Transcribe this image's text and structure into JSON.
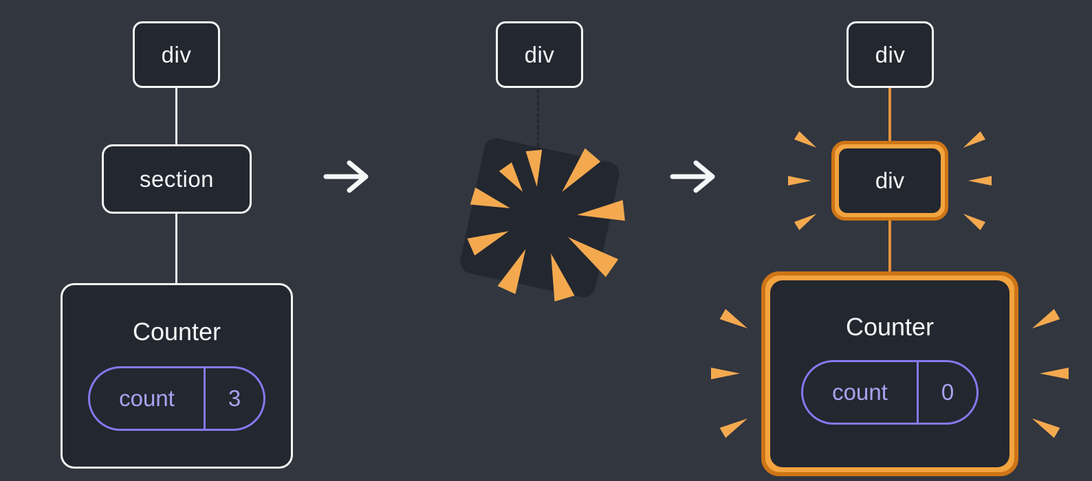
{
  "colors": {
    "background": "#32363f",
    "node_fill": "#23272f",
    "node_border": "#f6f7f9",
    "text": "#f6f7f9",
    "purple_border": "#837af0",
    "purple_text": "#a9a2f0",
    "orange_dark": "#ce7516",
    "orange_light": "#f3a43e",
    "orange_line": "#e2933c",
    "spark": "#f4a94f"
  },
  "before_tree": {
    "root_label": "div",
    "section_label": "section",
    "component_name": "Counter",
    "state_key": "count",
    "state_value": "3"
  },
  "transition": {
    "root_label": "div"
  },
  "after_tree": {
    "root_label": "div",
    "replacement_label": "div",
    "component_name": "Counter",
    "state_key": "count",
    "state_value": "0"
  },
  "icons": {
    "arrow": "arrow-right",
    "explosion": "poof-explosion",
    "spark": "spark"
  }
}
